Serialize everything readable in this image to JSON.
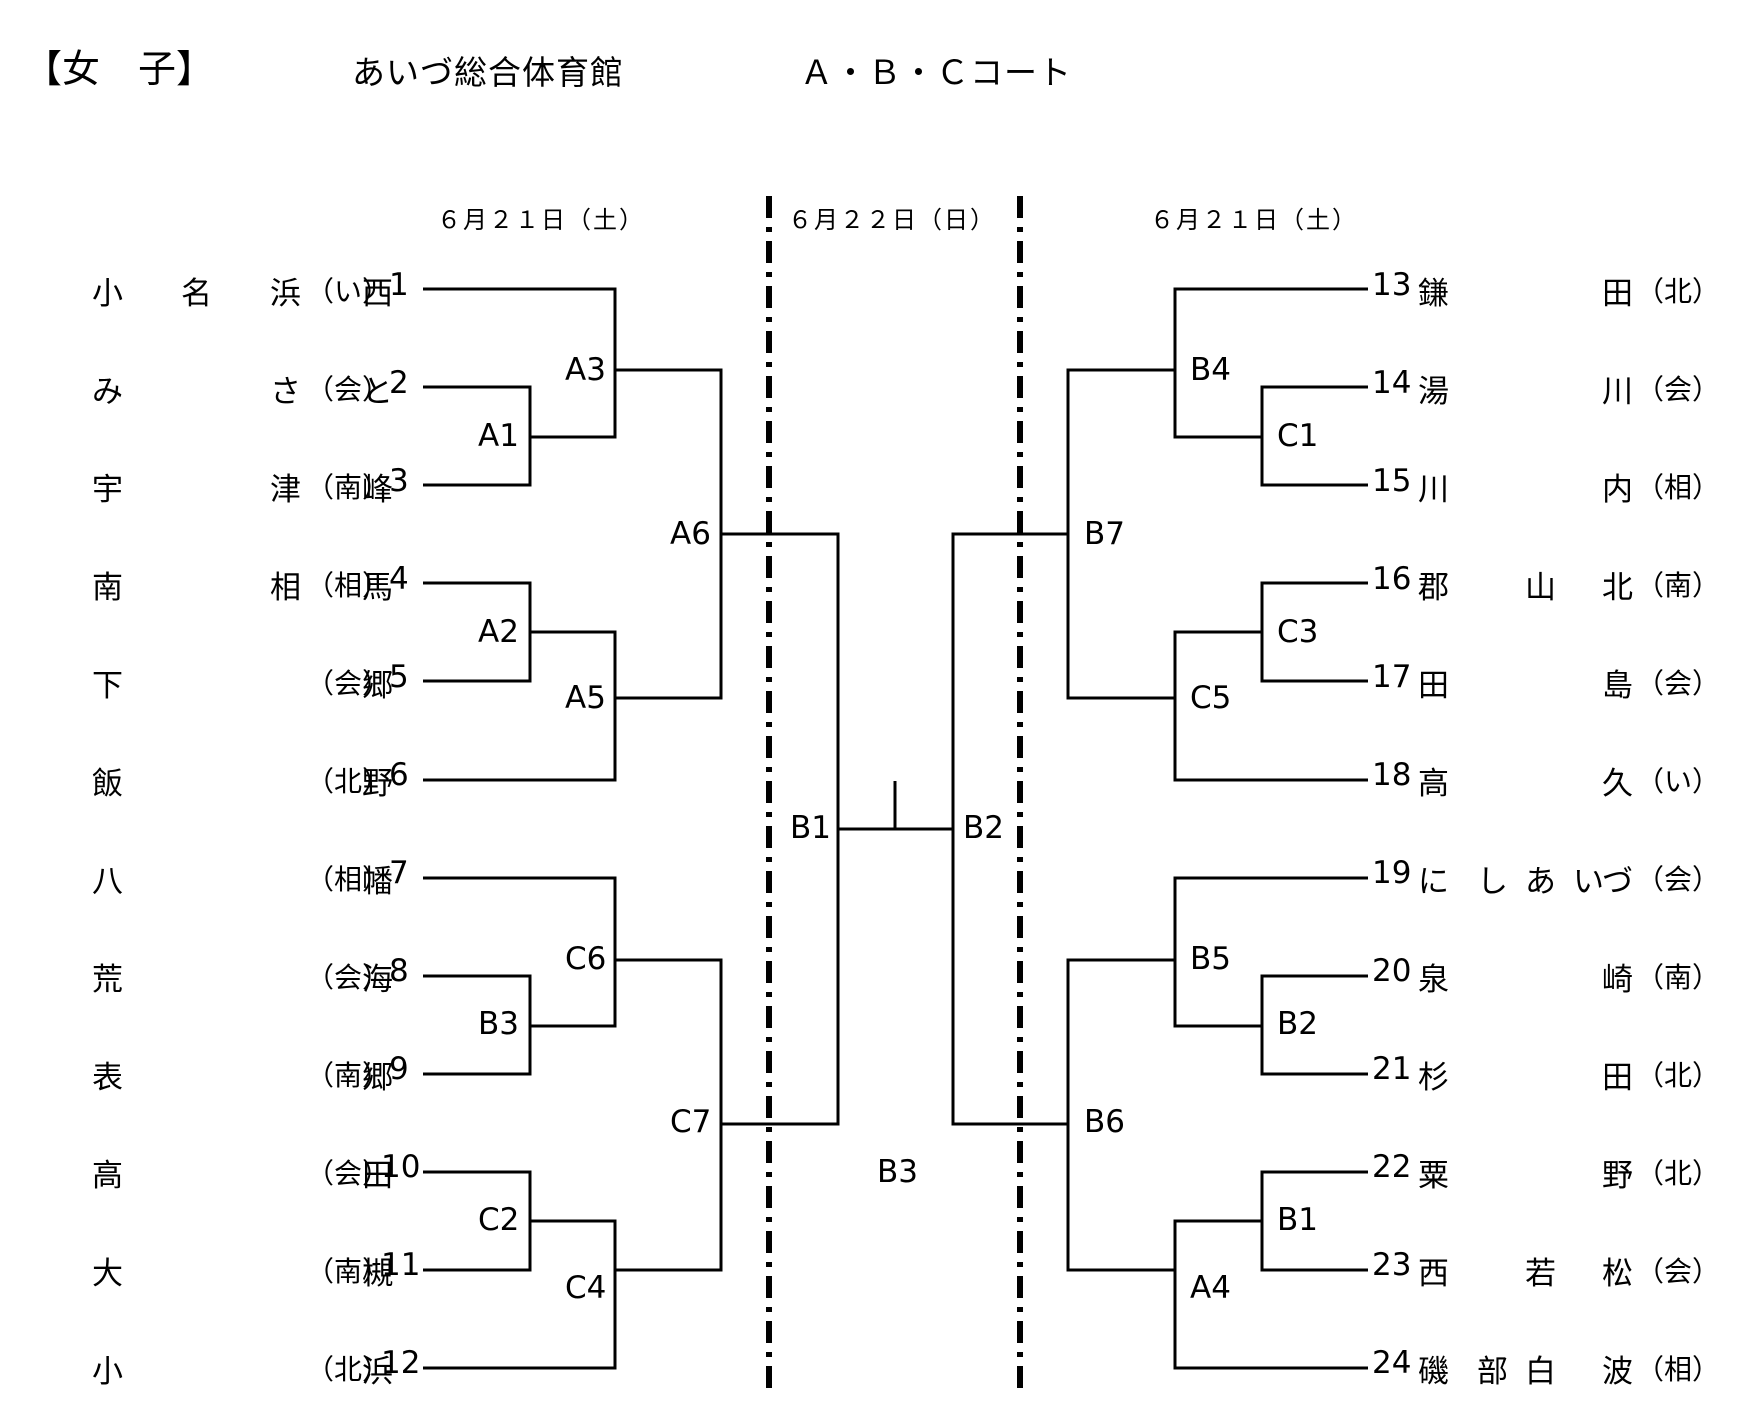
{
  "header": {
    "title": "【女　子】",
    "venue": "あいづ総合体育館",
    "courts": "Ａ・Ｂ・Ｃコート"
  },
  "dates": {
    "left": "６月２１日（土）",
    "center": "６月２２日（日）",
    "right": "６月２１日（土）"
  },
  "left_teams": [
    {
      "num": "1",
      "chars": [
        "小",
        "名",
        "浜",
        "西"
      ],
      "region": "（い）"
    },
    {
      "num": "2",
      "chars": [
        "み",
        "",
        "さ",
        "と"
      ],
      "region": "（会）"
    },
    {
      "num": "3",
      "chars": [
        "宇",
        "",
        "津",
        "峰"
      ],
      "region": "（南）"
    },
    {
      "num": "4",
      "chars": [
        "南",
        "",
        "相",
        "馬"
      ],
      "region": "（相）"
    },
    {
      "num": "5",
      "chars": [
        "下",
        "",
        "",
        "郷"
      ],
      "region": "（会）"
    },
    {
      "num": "6",
      "chars": [
        "飯",
        "",
        "",
        "野"
      ],
      "region": "（北）"
    },
    {
      "num": "7",
      "chars": [
        "八",
        "",
        "",
        "幡"
      ],
      "region": "（相）"
    },
    {
      "num": "8",
      "chars": [
        "荒",
        "",
        "",
        "海"
      ],
      "region": "（会）"
    },
    {
      "num": "9",
      "chars": [
        "表",
        "",
        "",
        "郷"
      ],
      "region": "（南）"
    },
    {
      "num": "10",
      "chars": [
        "高",
        "",
        "",
        "田"
      ],
      "region": "（会）"
    },
    {
      "num": "11",
      "chars": [
        "大",
        "",
        "",
        "槻"
      ],
      "region": "（南）"
    },
    {
      "num": "12",
      "chars": [
        "小",
        "",
        "",
        "浜"
      ],
      "region": "（北）"
    }
  ],
  "right_teams": [
    {
      "num": "13",
      "chars": [
        "鎌",
        "",
        "",
        "",
        "田"
      ],
      "region": "（北）"
    },
    {
      "num": "14",
      "chars": [
        "湯",
        "",
        "",
        "",
        "川"
      ],
      "region": "（会）"
    },
    {
      "num": "15",
      "chars": [
        "川",
        "",
        "",
        "",
        "内"
      ],
      "region": "（相）"
    },
    {
      "num": "16",
      "chars": [
        "郡",
        "",
        "山",
        "",
        "北"
      ],
      "region": "（南）"
    },
    {
      "num": "17",
      "chars": [
        "田",
        "",
        "",
        "",
        "島"
      ],
      "region": "（会）"
    },
    {
      "num": "18",
      "chars": [
        "高",
        "",
        "",
        "",
        "久"
      ],
      "region": "（い）"
    },
    {
      "num": "19",
      "chars": [
        "に",
        "し",
        "あ",
        "い",
        "づ"
      ],
      "region": "（会）"
    },
    {
      "num": "20",
      "chars": [
        "泉",
        "",
        "",
        "",
        "崎"
      ],
      "region": "（南）"
    },
    {
      "num": "21",
      "chars": [
        "杉",
        "",
        "",
        "",
        "田"
      ],
      "region": "（北）"
    },
    {
      "num": "22",
      "chars": [
        "粟",
        "",
        "",
        "",
        "野"
      ],
      "region": "（北）"
    },
    {
      "num": "23",
      "chars": [
        "西",
        "",
        "若",
        "",
        "松"
      ],
      "region": "（会）"
    },
    {
      "num": "24",
      "chars": [
        "磯",
        "部",
        "白",
        "",
        "波"
      ],
      "region": "（相）"
    }
  ],
  "match_codes": {
    "left": [
      "A1",
      "A2",
      "A3",
      "A5",
      "A6",
      "B3",
      "C2",
      "C6",
      "C4",
      "C7"
    ],
    "right": [
      "C1",
      "C3",
      "B4",
      "C5",
      "B7",
      "B2",
      "B1",
      "B5",
      "A4",
      "B6"
    ],
    "center": [
      "B1",
      "B2",
      "B3"
    ]
  }
}
